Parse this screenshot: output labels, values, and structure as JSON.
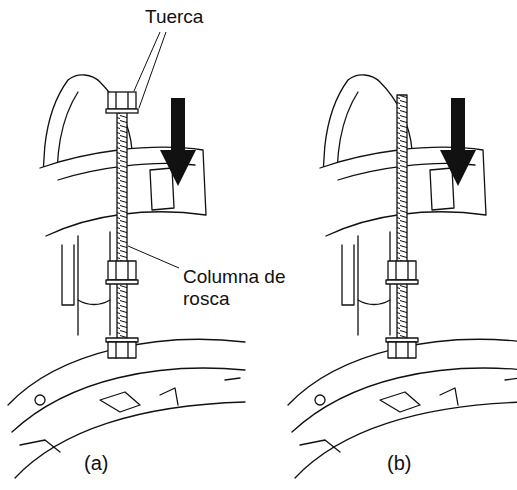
{
  "diagram": {
    "labels": [
      "Tuerca",
      "Columna de rosca",
      "(a)",
      "(b)"
    ]
  }
}
